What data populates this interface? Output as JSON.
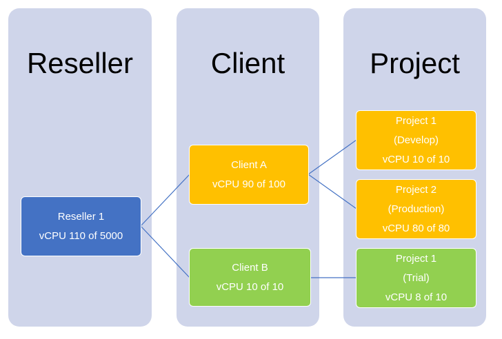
{
  "columns": {
    "reseller": "Reseller",
    "client": "Client",
    "project": "Project"
  },
  "reseller_1": {
    "name": "Reseller 1",
    "vcpu": "vCPU 110 of 5000"
  },
  "client_a": {
    "name": "Client A",
    "vcpu": "vCPU 90 of 100"
  },
  "client_b": {
    "name": "Client B",
    "vcpu": "vCPU 10 of 10"
  },
  "project_develop": {
    "name": "Project 1",
    "env": "(Develop)",
    "vcpu": "vCPU 10 of 10"
  },
  "project_production": {
    "name": "Project 2",
    "env": "(Production)",
    "vcpu": "vCPU 80 of 80"
  },
  "project_trial": {
    "name": "Project 1",
    "env": "(Trial)",
    "vcpu": "vCPU 8 of 10"
  },
  "colors": {
    "column_bg": "#cfd5ea",
    "reseller_box": "#4472c4",
    "client_a_box": "#ffc000",
    "client_b_box": "#92d050",
    "connector": "#4472c4"
  }
}
